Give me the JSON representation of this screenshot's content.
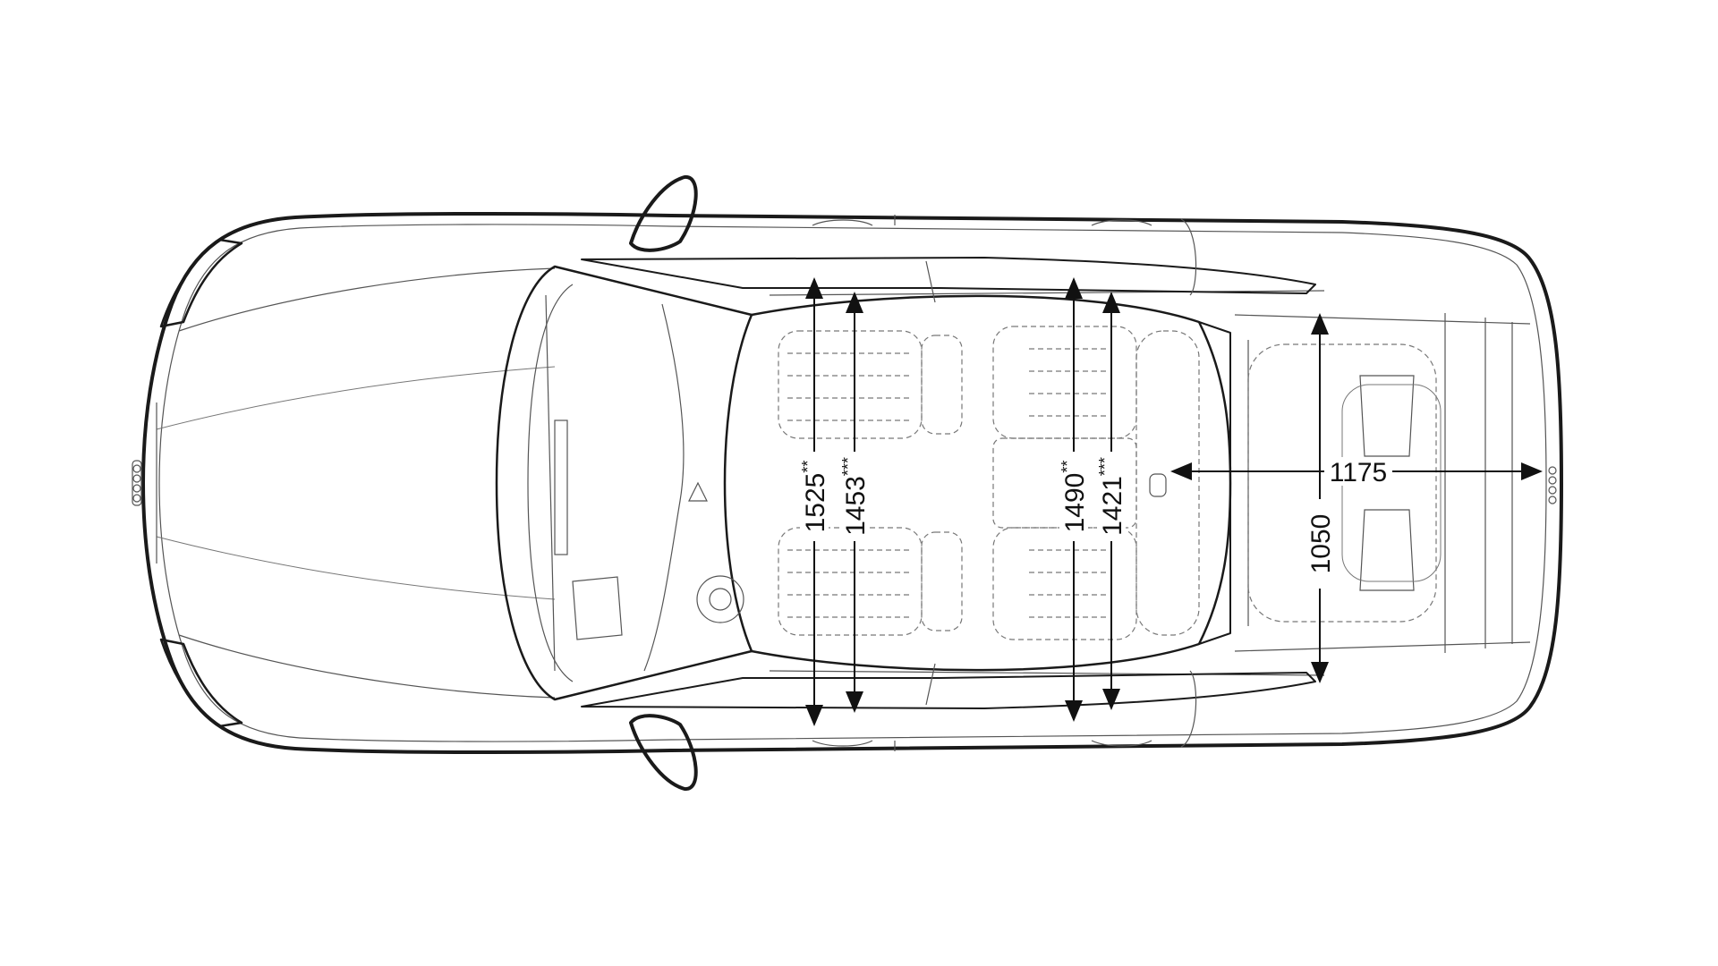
{
  "dimensions": [
    {
      "id": "front-shoulder",
      "value": "1525",
      "suffix": "**"
    },
    {
      "id": "front-elbow",
      "value": "1453",
      "suffix": "***"
    },
    {
      "id": "rear-shoulder",
      "value": "1490",
      "suffix": "**"
    },
    {
      "id": "rear-elbow",
      "value": "1421",
      "suffix": "***"
    },
    {
      "id": "trunk-width",
      "value": "1050",
      "suffix": ""
    },
    {
      "id": "trunk-length",
      "value": "1175",
      "suffix": ""
    }
  ],
  "colors": {
    "line": "#1a1a1a",
    "detail": "#777777",
    "background": "#ffffff"
  }
}
